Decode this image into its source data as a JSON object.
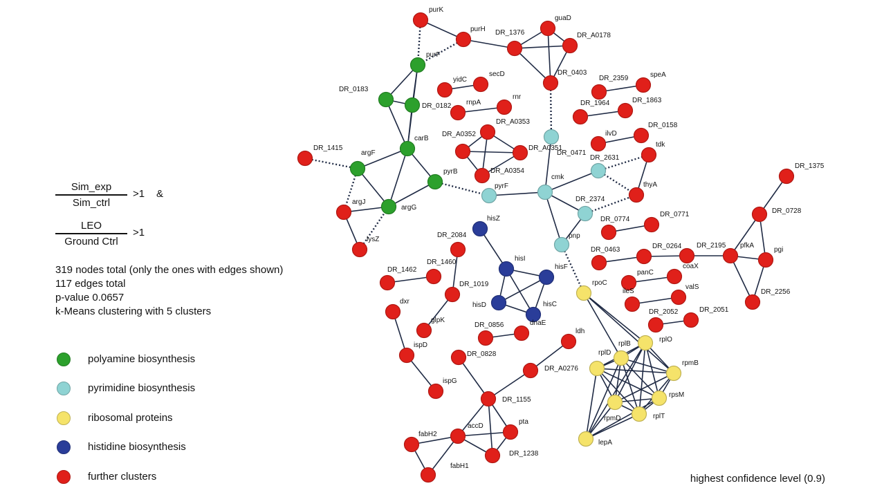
{
  "criteria": {
    "ratio1": {
      "numerator": "Sim_exp",
      "denominator": "Sim_ctrl",
      "op": ">1",
      "conj": "&"
    },
    "ratio2": {
      "numerator": "LEO",
      "denominator": "Ground Ctrl",
      "op": ">1"
    }
  },
  "stats": [
    "319 nodes total (only the ones with edges shown)",
    "117 edges total",
    "p-value 0.0657",
    "k-Means clustering with 5 clusters"
  ],
  "legend": [
    {
      "label": "polyamine biosynthesis",
      "color": "#2ca02c"
    },
    {
      "label": "pyrimidine biosynthesis",
      "color": "#8fd3d3"
    },
    {
      "label": "ribosomal proteins",
      "color": "#f5e36a"
    },
    {
      "label": "histidine biosynthesis",
      "color": "#2a3d99"
    },
    {
      "label": "further clusters",
      "color": "#e0201a"
    }
  ],
  "confidence_note": "highest confidence level (0.9)",
  "network": {
    "colors": {
      "green": "#2ca02c",
      "cyan": "#8fd3d3",
      "yellow": "#f5e36a",
      "blue": "#2a3d99",
      "red": "#e0201a"
    },
    "nodes": [
      {
        "id": "purK",
        "c": "red"
      },
      {
        "id": "purH",
        "c": "red"
      },
      {
        "id": "purF",
        "c": "green"
      },
      {
        "id": "DR_0183",
        "c": "green"
      },
      {
        "id": "DR_0182",
        "c": "green"
      },
      {
        "id": "carB",
        "c": "green"
      },
      {
        "id": "argF",
        "c": "green"
      },
      {
        "id": "pyrB",
        "c": "green"
      },
      {
        "id": "argG",
        "c": "green"
      },
      {
        "id": "DR_1415",
        "c": "red"
      },
      {
        "id": "argJ",
        "c": "red"
      },
      {
        "id": "lysZ",
        "c": "red"
      },
      {
        "id": "DR_1376",
        "c": "red"
      },
      {
        "id": "guaD",
        "c": "red"
      },
      {
        "id": "DR_A0178",
        "c": "red"
      },
      {
        "id": "DR_0403",
        "c": "red"
      },
      {
        "id": "yidC",
        "c": "red"
      },
      {
        "id": "secD",
        "c": "red"
      },
      {
        "id": "rnpA",
        "c": "red"
      },
      {
        "id": "rnr",
        "c": "red"
      },
      {
        "id": "DR_A0352",
        "c": "red"
      },
      {
        "id": "DR_A0353",
        "c": "red"
      },
      {
        "id": "DR_A0351",
        "c": "red"
      },
      {
        "id": "DR_A0354",
        "c": "red"
      },
      {
        "id": "DR_0471",
        "c": "cyan"
      },
      {
        "id": "pyrF",
        "c": "cyan"
      },
      {
        "id": "cmk",
        "c": "cyan"
      },
      {
        "id": "DR_2631",
        "c": "cyan"
      },
      {
        "id": "DR_2374",
        "c": "cyan"
      },
      {
        "id": "pnp",
        "c": "cyan"
      },
      {
        "id": "DR_2359",
        "c": "red"
      },
      {
        "id": "speA",
        "c": "red"
      },
      {
        "id": "DR_1964",
        "c": "red"
      },
      {
        "id": "DR_1863",
        "c": "red"
      },
      {
        "id": "ilvD",
        "c": "red"
      },
      {
        "id": "DR_0158",
        "c": "red"
      },
      {
        "id": "tdk",
        "c": "red"
      },
      {
        "id": "thyA",
        "c": "red"
      },
      {
        "id": "DR_1375",
        "c": "red"
      },
      {
        "id": "DR_0728",
        "c": "red"
      },
      {
        "id": "pfkA",
        "c": "red"
      },
      {
        "id": "pgi",
        "c": "red"
      },
      {
        "id": "DR_2256",
        "c": "red"
      },
      {
        "id": "DR_2195",
        "c": "red"
      },
      {
        "id": "DR_0264",
        "c": "red"
      },
      {
        "id": "DR_0463",
        "c": "red"
      },
      {
        "id": "DR_0774",
        "c": "red"
      },
      {
        "id": "DR_0771",
        "c": "red"
      },
      {
        "id": "coaX",
        "c": "red"
      },
      {
        "id": "panC",
        "c": "red"
      },
      {
        "id": "ileS",
        "c": "red"
      },
      {
        "id": "valS",
        "c": "red"
      },
      {
        "id": "DR_2052",
        "c": "red"
      },
      {
        "id": "DR_2051",
        "c": "red"
      },
      {
        "id": "hisZ",
        "c": "blue"
      },
      {
        "id": "hisI",
        "c": "blue"
      },
      {
        "id": "hisF",
        "c": "blue"
      },
      {
        "id": "hisD",
        "c": "blue"
      },
      {
        "id": "hisC",
        "c": "blue"
      },
      {
        "id": "DR_2084",
        "c": "red"
      },
      {
        "id": "DR_1460",
        "c": "red"
      },
      {
        "id": "DR_1462",
        "c": "red"
      },
      {
        "id": "DR_1019",
        "c": "red"
      },
      {
        "id": "dxr",
        "c": "red"
      },
      {
        "id": "glpK",
        "c": "red"
      },
      {
        "id": "ispD",
        "c": "red"
      },
      {
        "id": "ispG",
        "c": "red"
      },
      {
        "id": "DR_0856",
        "c": "red"
      },
      {
        "id": "dnaE",
        "c": "red"
      },
      {
        "id": "DR_0828",
        "c": "red"
      },
      {
        "id": "ldh",
        "c": "red"
      },
      {
        "id": "DR_A0276",
        "c": "red"
      },
      {
        "id": "DR_1155",
        "c": "red"
      },
      {
        "id": "accD",
        "c": "red"
      },
      {
        "id": "pta",
        "c": "red"
      },
      {
        "id": "DR_1238",
        "c": "red"
      },
      {
        "id": "fabH2",
        "c": "red"
      },
      {
        "id": "fabH1",
        "c": "red"
      },
      {
        "id": "rpoC",
        "c": "yellow"
      },
      {
        "id": "rplO",
        "c": "yellow"
      },
      {
        "id": "rplB",
        "c": "yellow"
      },
      {
        "id": "rplD",
        "c": "yellow"
      },
      {
        "id": "rpmB",
        "c": "yellow"
      },
      {
        "id": "rpsM",
        "c": "yellow"
      },
      {
        "id": "rpmD",
        "c": "yellow"
      },
      {
        "id": "rplT",
        "c": "yellow"
      },
      {
        "id": "lepA",
        "c": "yellow"
      }
    ],
    "edges": [
      [
        "purK",
        "purF",
        "dotted"
      ],
      [
        "purK",
        "purH",
        "solid"
      ],
      [
        "purH",
        "DR_1376",
        "solid"
      ],
      [
        "purH",
        "purF",
        "dotted"
      ],
      [
        "purF",
        "DR_0183",
        "solid"
      ],
      [
        "purF",
        "DR_0182",
        "solid"
      ],
      [
        "purF",
        "carB",
        "solid"
      ],
      [
        "DR_0183",
        "DR_0182",
        "solid"
      ],
      [
        "DR_0183",
        "carB",
        "solid"
      ],
      [
        "DR_0182",
        "carB",
        "solid"
      ],
      [
        "carB",
        "argF",
        "solid"
      ],
      [
        "carB",
        "argG",
        "solid"
      ],
      [
        "carB",
        "pyrB",
        "solid"
      ],
      [
        "argF",
        "argG",
        "solid"
      ],
      [
        "argG",
        "pyrB",
        "solid"
      ],
      [
        "DR_1415",
        "argF",
        "dotted"
      ],
      [
        "argF",
        "argJ",
        "dotted"
      ],
      [
        "argJ",
        "argG",
        "solid"
      ],
      [
        "argJ",
        "lysZ",
        "solid"
      ],
      [
        "lysZ",
        "argG",
        "dotted"
      ],
      [
        "pyrB",
        "pyrF",
        "dotted"
      ],
      [
        "pyrF",
        "cmk",
        "solid"
      ],
      [
        "DR_1376",
        "guaD",
        "solid"
      ],
      [
        "DR_1376",
        "DR_A0178",
        "solid"
      ],
      [
        "DR_1376",
        "DR_0403",
        "solid"
      ],
      [
        "guaD",
        "DR_A0178",
        "solid"
      ],
      [
        "guaD",
        "DR_0403",
        "solid"
      ],
      [
        "DR_A0178",
        "DR_0403",
        "solid"
      ],
      [
        "DR_0403",
        "DR_0471",
        "dotted"
      ],
      [
        "DR_0471",
        "cmk",
        "solid"
      ],
      [
        "yidC",
        "secD",
        "solid"
      ],
      [
        "rnpA",
        "rnr",
        "solid"
      ],
      [
        "DR_A0352",
        "DR_A0353",
        "solid"
      ],
      [
        "DR_A0352",
        "DR_A0351",
        "solid"
      ],
      [
        "DR_A0352",
        "DR_A0354",
        "solid"
      ],
      [
        "DR_A0353",
        "DR_A0354",
        "solid"
      ],
      [
        "DR_A0353",
        "DR_A0351",
        "solid"
      ],
      [
        "DR_A0351",
        "DR_A0354",
        "solid"
      ],
      [
        "cmk",
        "DR_2631",
        "solid"
      ],
      [
        "cmk",
        "DR_2374",
        "solid"
      ],
      [
        "cmk",
        "pnp",
        "solid"
      ],
      [
        "DR_2631",
        "tdk",
        "dotted"
      ],
      [
        "DR_2631",
        "thyA",
        "dotted"
      ],
      [
        "tdk",
        "thyA",
        "solid"
      ],
      [
        "DR_2374",
        "thyA",
        "dotted"
      ],
      [
        "DR_2374",
        "pnp",
        "solid"
      ],
      [
        "pnp",
        "rpoC",
        "dotted"
      ],
      [
        "DR_2359",
        "speA",
        "solid"
      ],
      [
        "DR_1964",
        "DR_1863",
        "solid"
      ],
      [
        "ilvD",
        "DR_0158",
        "solid"
      ],
      [
        "DR_1375",
        "DR_0728",
        "solid"
      ],
      [
        "DR_0728",
        "pfkA",
        "solid"
      ],
      [
        "DR_0728",
        "pgi",
        "solid"
      ],
      [
        "pfkA",
        "pgi",
        "solid"
      ],
      [
        "pfkA",
        "DR_2256",
        "solid"
      ],
      [
        "pgi",
        "DR_2256",
        "solid"
      ],
      [
        "DR_2195",
        "pfkA",
        "solid"
      ],
      [
        "DR_0264",
        "DR_2195",
        "solid"
      ],
      [
        "DR_0463",
        "DR_0264",
        "solid"
      ],
      [
        "DR_0774",
        "DR_0771",
        "solid"
      ],
      [
        "panC",
        "coaX",
        "solid"
      ],
      [
        "ileS",
        "valS",
        "solid"
      ],
      [
        "DR_2052",
        "DR_2051",
        "solid"
      ],
      [
        "hisZ",
        "hisI",
        "solid"
      ],
      [
        "hisI",
        "hisF",
        "solid"
      ],
      [
        "hisI",
        "hisD",
        "solid"
      ],
      [
        "hisI",
        "hisC",
        "solid"
      ],
      [
        "hisF",
        "hisD",
        "solid"
      ],
      [
        "hisF",
        "hisC",
        "solid"
      ],
      [
        "hisD",
        "hisC",
        "solid"
      ],
      [
        "DR_2084",
        "DR_1019",
        "solid"
      ],
      [
        "DR_1460",
        "DR_1462",
        "solid"
      ],
      [
        "DR_1019",
        "glpK",
        "solid"
      ],
      [
        "dxr",
        "ispD",
        "solid"
      ],
      [
        "ispD",
        "ispG",
        "solid"
      ],
      [
        "DR_0856",
        "dnaE",
        "solid"
      ],
      [
        "ldh",
        "DR_A0276",
        "solid"
      ],
      [
        "DR_A0276",
        "DR_1155",
        "solid"
      ],
      [
        "DR_0828",
        "DR_1155",
        "solid"
      ],
      [
        "DR_1155",
        "accD",
        "solid"
      ],
      [
        "DR_1155",
        "pta",
        "solid"
      ],
      [
        "DR_1155",
        "DR_1238",
        "solid"
      ],
      [
        "accD",
        "pta",
        "solid"
      ],
      [
        "accD",
        "DR_1238",
        "solid"
      ],
      [
        "accD",
        "fabH2",
        "solid"
      ],
      [
        "accD",
        "fabH1",
        "solid"
      ],
      [
        "fabH2",
        "fabH1",
        "solid"
      ],
      [
        "pta",
        "DR_1238",
        "solid"
      ],
      [
        "rpoC",
        "rplO",
        "solid"
      ],
      [
        "rpoC",
        "rplB",
        "solid"
      ],
      [
        "rpoC",
        "rpmB",
        "solid"
      ],
      [
        "rplD",
        "rplB",
        "solid"
      ],
      [
        "rplD",
        "rplO",
        "solid"
      ],
      [
        "rplD",
        "rpmB",
        "solid"
      ],
      [
        "rplD",
        "rpsM",
        "solid"
      ],
      [
        "rplD",
        "rpmD",
        "solid"
      ],
      [
        "rplD",
        "rplT",
        "solid"
      ],
      [
        "rplD",
        "lepA",
        "solid"
      ],
      [
        "rplB",
        "rplO",
        "solid"
      ],
      [
        "rplB",
        "rpmB",
        "solid"
      ],
      [
        "rplB",
        "rpsM",
        "solid"
      ],
      [
        "rplB",
        "rpmD",
        "solid"
      ],
      [
        "rplB",
        "rplT",
        "solid"
      ],
      [
        "rplB",
        "lepA",
        "solid"
      ],
      [
        "rplO",
        "rpmB",
        "solid"
      ],
      [
        "rplO",
        "rpsM",
        "solid"
      ],
      [
        "rplO",
        "rpmD",
        "solid"
      ],
      [
        "rplO",
        "rplT",
        "solid"
      ],
      [
        "rplO",
        "lepA",
        "solid"
      ],
      [
        "rpmB",
        "rpsM",
        "solid"
      ],
      [
        "rpmB",
        "rpmD",
        "solid"
      ],
      [
        "rpmB",
        "rplT",
        "solid"
      ],
      [
        "rpsM",
        "rpmD",
        "solid"
      ],
      [
        "rpsM",
        "rplT",
        "solid"
      ],
      [
        "rpsM",
        "lepA",
        "solid"
      ],
      [
        "rpmD",
        "rplT",
        "solid"
      ],
      [
        "rpmD",
        "lepA",
        "solid"
      ],
      [
        "rplT",
        "lepA",
        "solid"
      ]
    ]
  }
}
